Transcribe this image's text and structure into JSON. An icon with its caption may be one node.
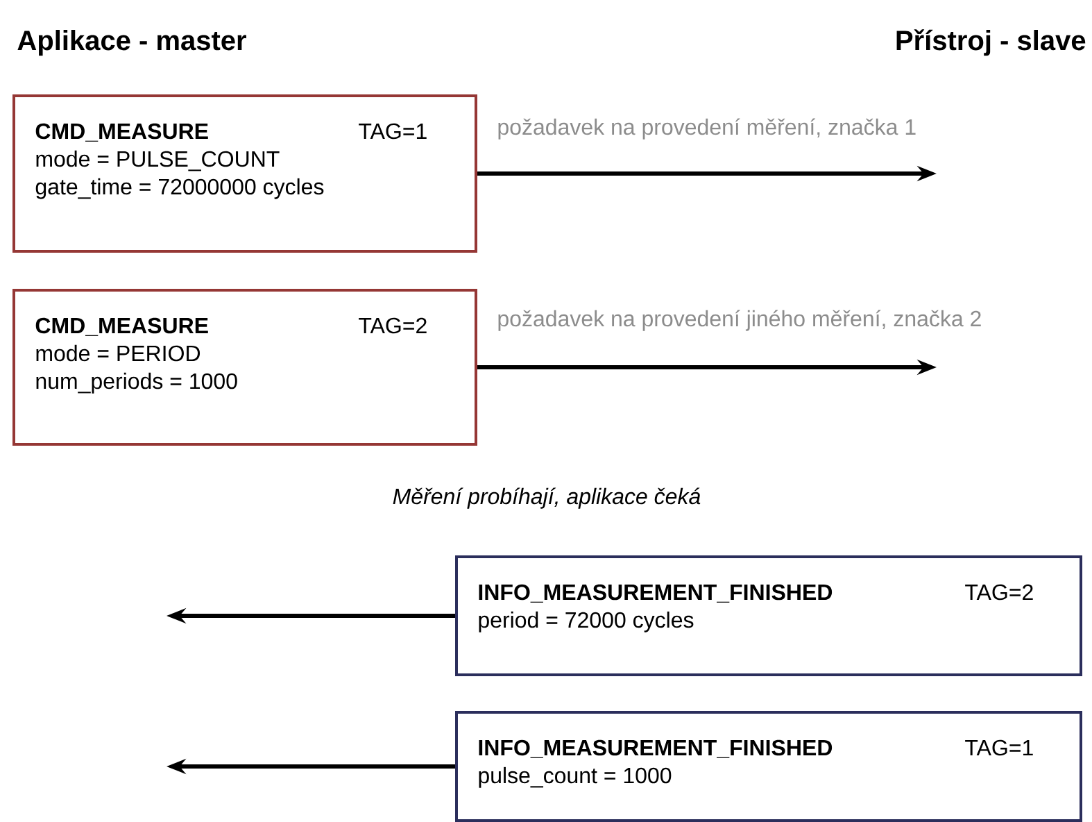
{
  "diagram": {
    "nodes": [
      {
        "text": [
          "CMD_MEASURE",
          "TAG=1",
          "mode = PULSE_COUNT",
          "gate_time = 72000000 cycles"
        ]
      },
      {
        "text": [
          "CMD_MEASURE",
          "TAG=2",
          "mode = PERIOD",
          "num_periods = 1000"
        ]
      },
      {
        "text": [
          "INFO_MEASUREMENT_FINISHED",
          "TAG=2",
          "period = 72000 cycles"
        ]
      },
      {
        "text": [
          "INFO_MEASUREMENT_FINISHED",
          "TAG=1",
          "pulse_count = 1000"
        ]
      }
    ],
    "edges": [
      {
        "from": 0,
        "to": null,
        "arrow": "to",
        "label": "požadavek na provedení měření, značka 1"
      },
      {
        "from": 1,
        "to": null,
        "arrow": "to",
        "label": "požadavek na provedení jiného měření, značka 2"
      },
      {
        "from": 2,
        "to": null,
        "arrow": "to"
      },
      {
        "from": 3,
        "to": null,
        "arrow": "to"
      }
    ],
    "labels": [
      "Aplikace - master",
      "Přístroj - slave",
      "Měření probíhají, aplikace čeká"
    ]
  }
}
